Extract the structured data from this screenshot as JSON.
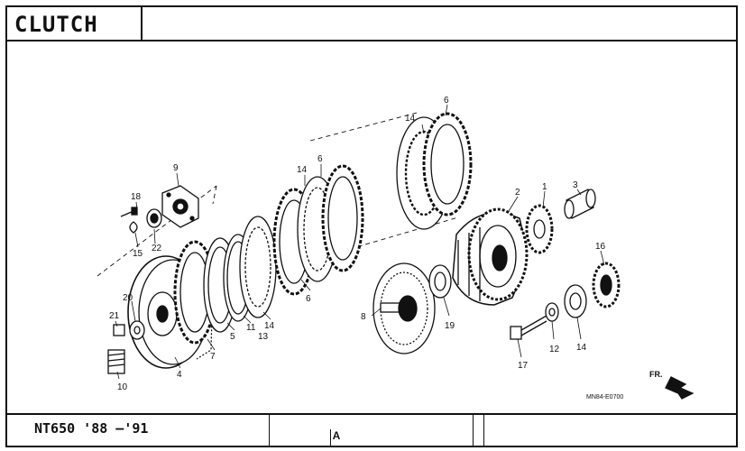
{
  "header": {
    "title": "CLUTCH"
  },
  "footer": {
    "model": "NT650 '88 —'91",
    "section_letter": "A"
  },
  "diagram": {
    "code": "MN84-E0700",
    "direction_label": "FR.",
    "callouts": [
      "1",
      "2",
      "3",
      "4",
      "5",
      "6",
      "6",
      "6",
      "7",
      "8",
      "9",
      "10",
      "11",
      "12",
      "13",
      "14",
      "14",
      "14",
      "14",
      "15",
      "16",
      "17",
      "18",
      "19",
      "20",
      "21",
      "22"
    ]
  }
}
